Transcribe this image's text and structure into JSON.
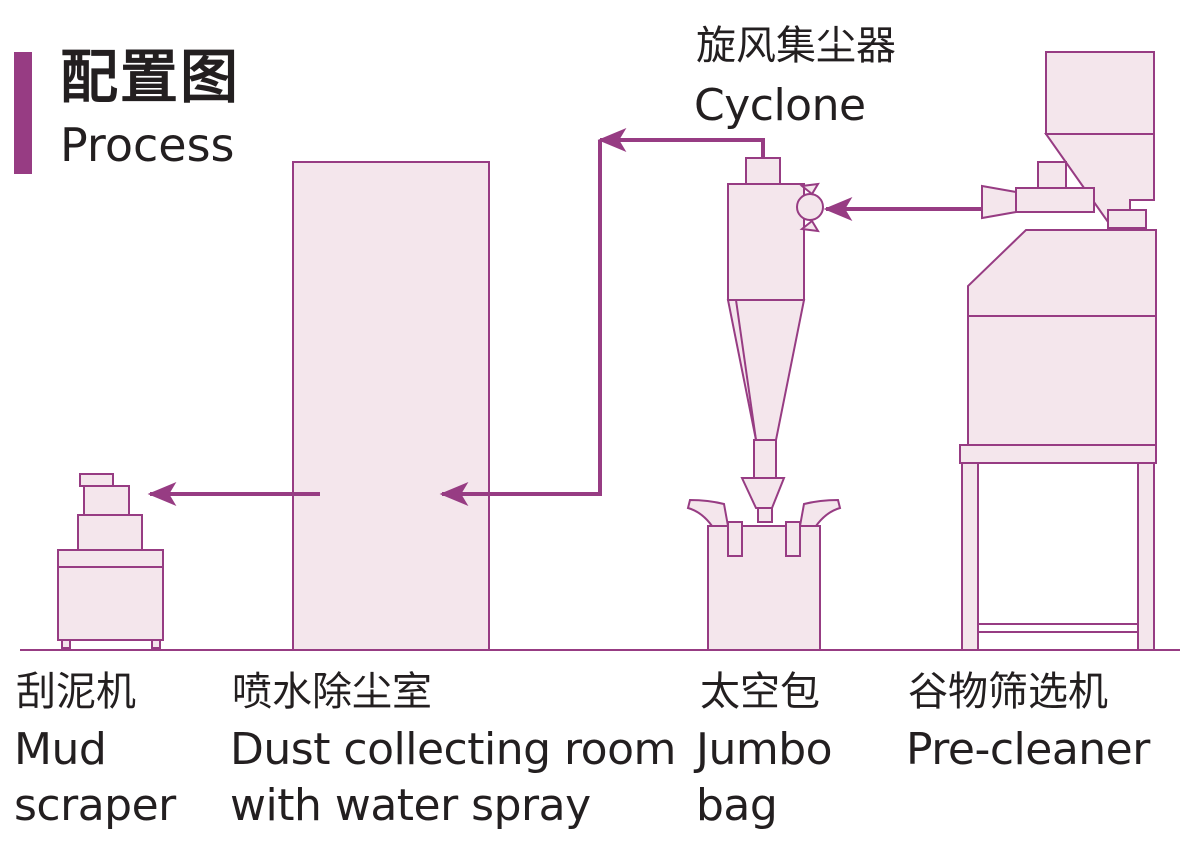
{
  "title": {
    "cn": "配置图",
    "en": "Process"
  },
  "colors": {
    "accent": "#973c83",
    "fill": "#f4e6ec",
    "stroke": "#973c83",
    "text": "#231f20"
  },
  "labels": {
    "cyclone": {
      "cn": "旋风集尘器",
      "en": "Cyclone"
    },
    "mud_scraper": {
      "cn": "刮泥机",
      "en_line1": "Mud",
      "en_line2": "scraper"
    },
    "dust_room": {
      "cn": "喷水除尘室",
      "en_line1": "Dust collecting room",
      "en_line2": "with water spray"
    },
    "jumbo_bag": {
      "cn": "太空包",
      "en_line1": "Jumbo",
      "en_line2": "bag"
    },
    "pre_cleaner": {
      "cn": "谷物筛选机",
      "en": "Pre-cleaner"
    }
  }
}
